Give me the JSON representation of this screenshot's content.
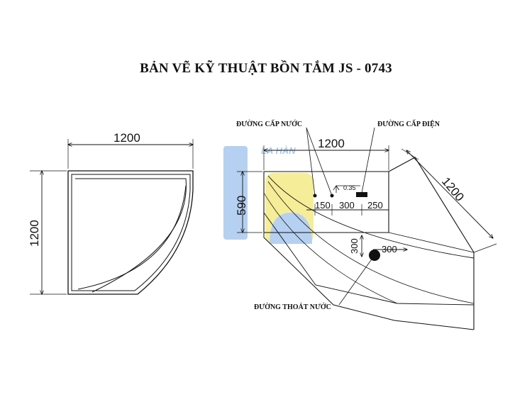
{
  "title": "BẢN VẼ KỸ THUẬT BỒN TẮM JS - 0743",
  "top_view": {
    "width": "1200",
    "height": "1200"
  },
  "side_view": {
    "width": "1200",
    "height": "590",
    "diagonal": "1200",
    "spacing_1": "150",
    "spacing_2": "300",
    "spacing_3": "250",
    "drain_offset_v": "300",
    "drain_offset_h": "300",
    "elevation": "0.35",
    "label_water_supply": "ĐƯỜNG CẤP NƯỚC",
    "label_power_supply": "ĐƯỜNG CẤP ĐIỆN",
    "label_drain": "ĐƯỜNG THOÁT NƯỚC"
  },
  "watermark": {
    "text": "LA HÀN",
    "colors": [
      "#8ab4e8",
      "#f2e26a"
    ]
  }
}
